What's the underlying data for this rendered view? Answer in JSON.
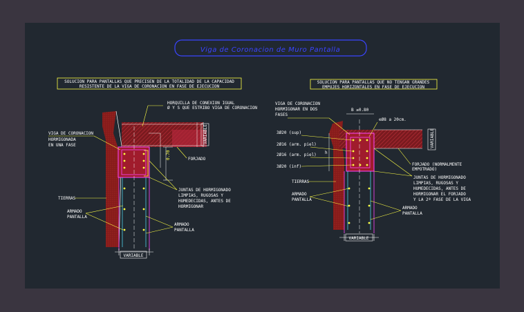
{
  "title": "Viga de Coronacion de Muro Pantalla",
  "colors": {
    "background": "#212830",
    "frame": "#3a3540",
    "title": "#3a44ff",
    "text": "#ffffff",
    "cyan": "#55e6ff",
    "yellow": "#ffff44",
    "soil": "#8a1c1c",
    "beam": "#b2263a"
  },
  "left": {
    "heading_1": "SOLUCION PARA PANTALLAS QUE PRECISEN DE LA TOTALIDAD DE LA CAPACIDAD",
    "heading_2": "RESISTENTE DE LA VIGA DE CORONACION EN FASE DE EJECUCION",
    "horquilla_1": "HORQUILLA DE CONEXION IGUAL",
    "horquilla_2": "Ø Y S QUE ESTRIBO VIGA DE CORONACION",
    "viga_1": "VIGA DE CORONACION",
    "viga_2": "HORMIGONADA",
    "viga_3": "EN UNA FASE",
    "variable_side": "VARIABLE",
    "dim_070": "0.70",
    "forjado": "FORJADO",
    "juntas_1": "JUNTAS DE HORMIGONADO",
    "juntas_2": "LIMPIAS, RUGOSAS Y",
    "juntas_3": "HUMEDECIDAS, ANTES DE",
    "juntas_4": "HORMIGONAR",
    "tierras": "TIERRAS",
    "armado_1": "ARMADO",
    "armado_2": "PANTALLA",
    "armado_r1": "ARMADO",
    "armado_r2": "PANTALLA",
    "variable_bottom": "VARIABLE"
  },
  "right": {
    "heading_1": "SOLUCION PARA PANTALLAS QUE NO TENGAN GRANDES",
    "heading_2": "EMPUJES HORIZONTALES EN FASE DE EJECUCION",
    "viga_1": "VIGA DE CORONACION",
    "viga_2": "HORMIGONAR EN DOS",
    "viga_3": "FASES",
    "width": "B ≥0.80",
    "estribo": "eØ8 a 20cm.",
    "bar_top": "3Ø20 (sup)",
    "bar_piel1": "2Ø16 (arm. piel)",
    "bar_piel2": "2Ø16 (arm. piel)",
    "bar_inf": "3Ø20 (inf)",
    "dim_h": "h",
    "variable_side": "VARIABLE",
    "forjado_1": "FORJADO (NORMALMENTE",
    "forjado_2": "EMPOTRADO)",
    "juntas_1": "JUNTAS DE HORMIGONADO",
    "juntas_2": "LIMPIAS, RUGOSAS Y",
    "juntas_3": "HUMEDECIDAS, ANTES DE",
    "juntas_4": "HORMIGONAR EL FORJADO",
    "juntas_5": "Y LA 2ª FASE DE LA VIGA",
    "tierras": "TIERRAS",
    "armado_1": "ARMADO",
    "armado_2": "PANTALLA",
    "armado_r1": "ARMADO",
    "armado_r2": "PANTALLA",
    "variable_bottom": "VARIABLE"
  }
}
